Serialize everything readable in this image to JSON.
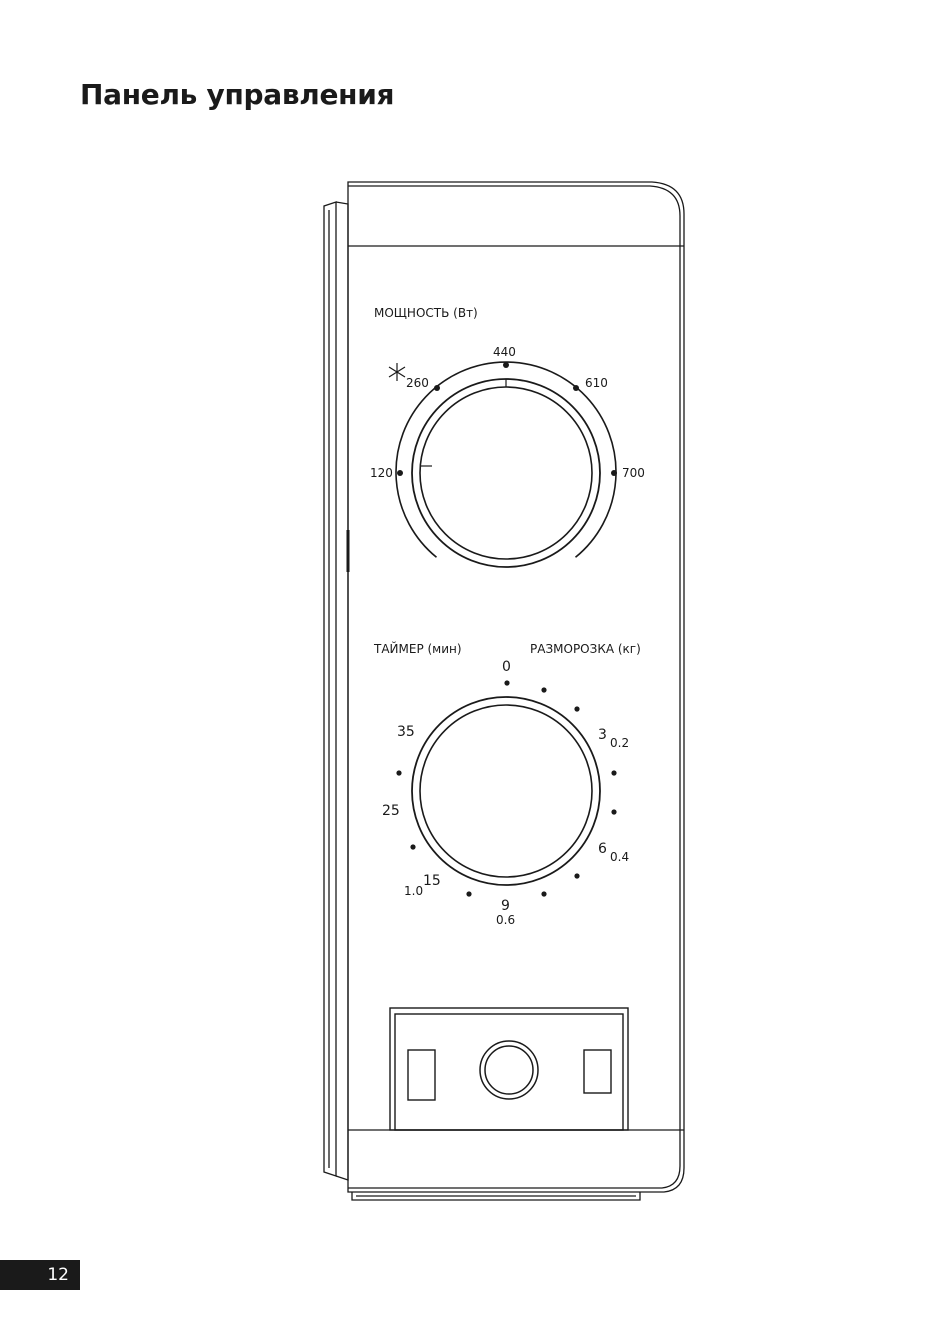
{
  "page": {
    "title": "Панель управления",
    "number": "12"
  },
  "power_dial": {
    "label": "МОЩНОСТЬ (Вт)",
    "defrost_icon": "snowflake-icon",
    "marks": [
      "120",
      "260",
      "440",
      "610",
      "700"
    ]
  },
  "timer_dial": {
    "timer_label": "ТАЙМЕР (мин)",
    "defrost_label": "РАЗМОРОЗКА (кг)",
    "time_marks": [
      "0",
      "3",
      "6",
      "9",
      "15",
      "25",
      "35"
    ],
    "weight_marks": [
      "0.2",
      "0.4",
      "0.6",
      "1.0"
    ]
  },
  "door_panel": {
    "icon": "door-release-button-icon"
  }
}
